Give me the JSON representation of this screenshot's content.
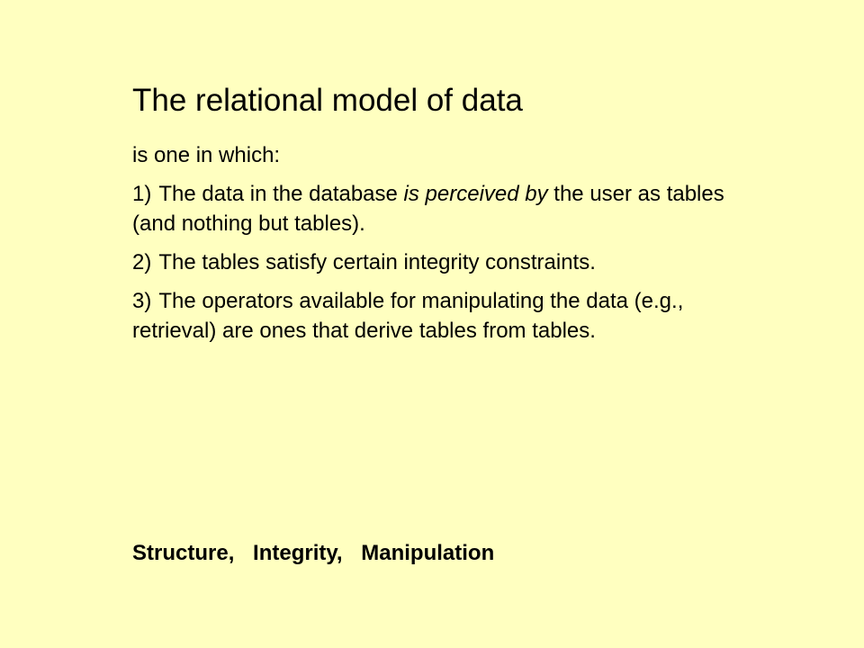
{
  "slide": {
    "title": "The relational model of data",
    "intro": "is one in which:",
    "points": [
      {
        "number": "1)",
        "text_before": "The data in the database ",
        "text_italic": "is perceived by",
        "text_after": " the user as tables (and nothing but tables)."
      },
      {
        "number": "2)",
        "text": "The tables satisfy certain integrity constraints."
      },
      {
        "number": "3)",
        "text": "The operators available for manipulating the data (e.g., retrieval) are ones that derive tables from tables."
      }
    ],
    "footer": {
      "structure": "Structure,",
      "integrity": "Integrity,",
      "manipulation": "Manipulation"
    }
  },
  "colors": {
    "background": "#ffffc0",
    "text": "#000000"
  }
}
